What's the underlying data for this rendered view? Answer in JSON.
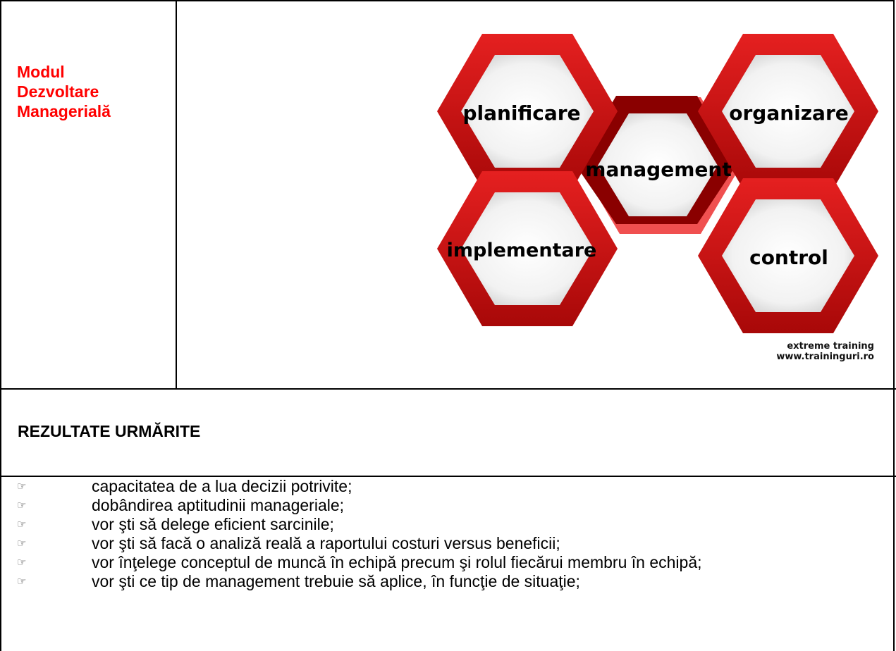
{
  "module": {
    "line1": "Modul",
    "line2": "Dezvoltare",
    "line3": "Managerială"
  },
  "diagram": {
    "labels": {
      "planning": "planificare",
      "organizing": "organizare",
      "management": "management",
      "implementation": "implementare",
      "control": "control"
    },
    "colors": {
      "hex_red": "#d11010",
      "hex_dark": "#8a0000",
      "hex_light": "#f24848"
    }
  },
  "credit": {
    "line1": "extreme training",
    "line2": "www.traininguri.ro"
  },
  "section": {
    "heading": "REZULTATE URMĂRITE"
  },
  "bullet_icon": "pointing-hand-icon",
  "bullet_glyph": "☞",
  "results": [
    "capacitatea de a lua decizii potrivite;",
    "dobândirea aptitudinii manageriale;",
    "vor şti să delege eficient sarcinile;",
    "vor şti să facă o analiză reală a raportului costuri versus beneficii;",
    "vor înţelege conceptul de muncă în echipă precum şi rolul fiecărui membru în echipă;",
    "vor şti  ce tip de management trebuie să aplice, în funcţie de situaţie;"
  ]
}
